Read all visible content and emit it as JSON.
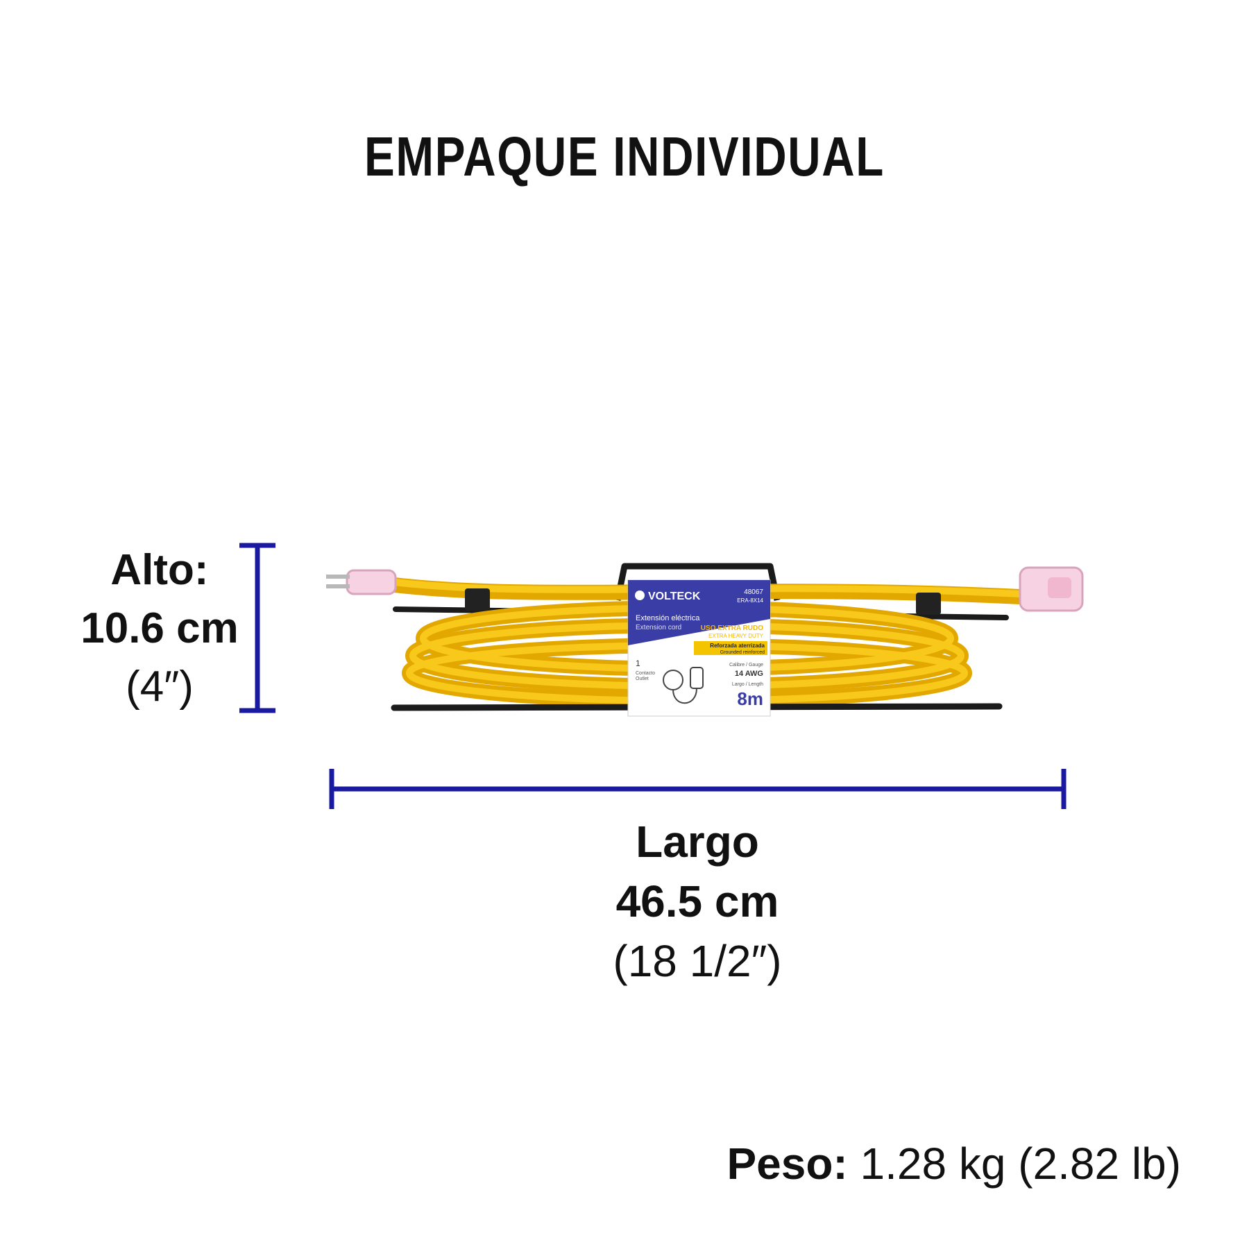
{
  "title": "EMPAQUE INDIVIDUAL",
  "height": {
    "label": "Alto:",
    "metric": "10.6 cm",
    "imperial": "(4″)"
  },
  "length": {
    "label": "Largo",
    "metric": "46.5 cm",
    "imperial": "(18 1/2″)"
  },
  "weight": {
    "label": "Peso:",
    "value": "1.28 kg (2.82 lb)"
  },
  "dimension_color": "#1a1aa0",
  "product": {
    "brand": "VOLTECK",
    "code": "48067",
    "model": "ERA-8X14",
    "name_es": "Extensión eléctrica",
    "name_en": "Extension cord",
    "duty_es": "USO EXTRA RUDO",
    "duty_en": "EXTRA HEAVY DUTY",
    "reinforced_es": "Reforzada aterrizada",
    "reinforced_en": "Grounded reinforced",
    "outlet_count": "1",
    "outlet_es": "Contacto",
    "outlet_en": "Outlet",
    "gauge_label": "Calibre / Gauge",
    "gauge_value": "14 AWG",
    "length_label": "Largo / Length",
    "length_value": "8m",
    "cord_color": "#f5b800"
  }
}
